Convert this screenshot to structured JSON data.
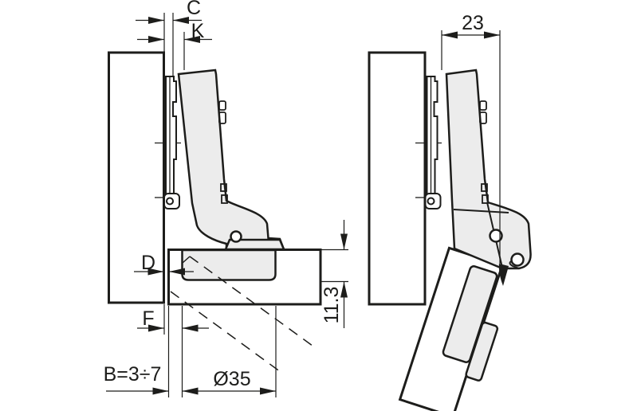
{
  "drawing": {
    "type": "technical-drawing",
    "subject": "Concealed cabinet hinge with mounting plate, Ø35 cup — two side views (door open 90° and wide-angle opening) with dimension callouts",
    "colors": {
      "outline": "#1d1d1b",
      "metal_fill": "#ececec",
      "panel_fill": "#ffffff",
      "background": "#ffffff"
    },
    "views": {
      "left": {
        "name": "door-open-90-view"
      },
      "right": {
        "name": "door-wide-angle-view"
      }
    },
    "dimensions": {
      "c": {
        "label": "C"
      },
      "k": {
        "label": "K"
      },
      "arm_projection": {
        "label": "23"
      },
      "d": {
        "label": "D"
      },
      "f": {
        "label": "F"
      },
      "cup_depth": {
        "label": "11.3"
      },
      "drilling_distance": {
        "label": "B=3÷7"
      },
      "cup_diameter": {
        "label": "Ø35"
      }
    }
  }
}
